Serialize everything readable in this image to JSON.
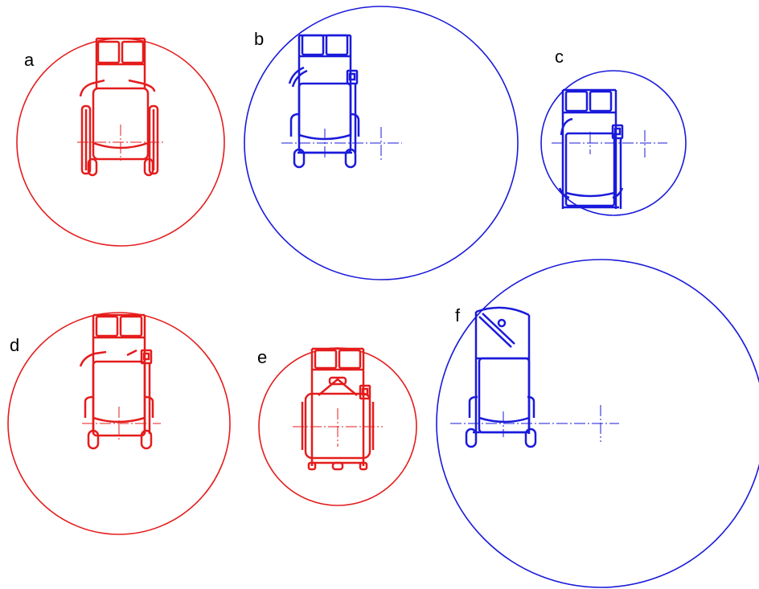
{
  "colors": {
    "red": "#e51c1c",
    "blue": "#1a1adb"
  },
  "panels": [
    {
      "label": "a",
      "color": "#e51c1c",
      "variant": "manual-with-rear-wheels"
    },
    {
      "label": "b",
      "color": "#1a1adb",
      "variant": "powered-rear-drive"
    },
    {
      "label": "c",
      "color": "#1a1adb",
      "variant": "powered-mid-drive"
    },
    {
      "label": "d",
      "color": "#e51c1c",
      "variant": "powered-rear-drive"
    },
    {
      "label": "e",
      "color": "#e51c1c",
      "variant": "compact-with-attendant"
    },
    {
      "label": "f",
      "color": "#1a1adb",
      "variant": "powered-reclined"
    }
  ]
}
